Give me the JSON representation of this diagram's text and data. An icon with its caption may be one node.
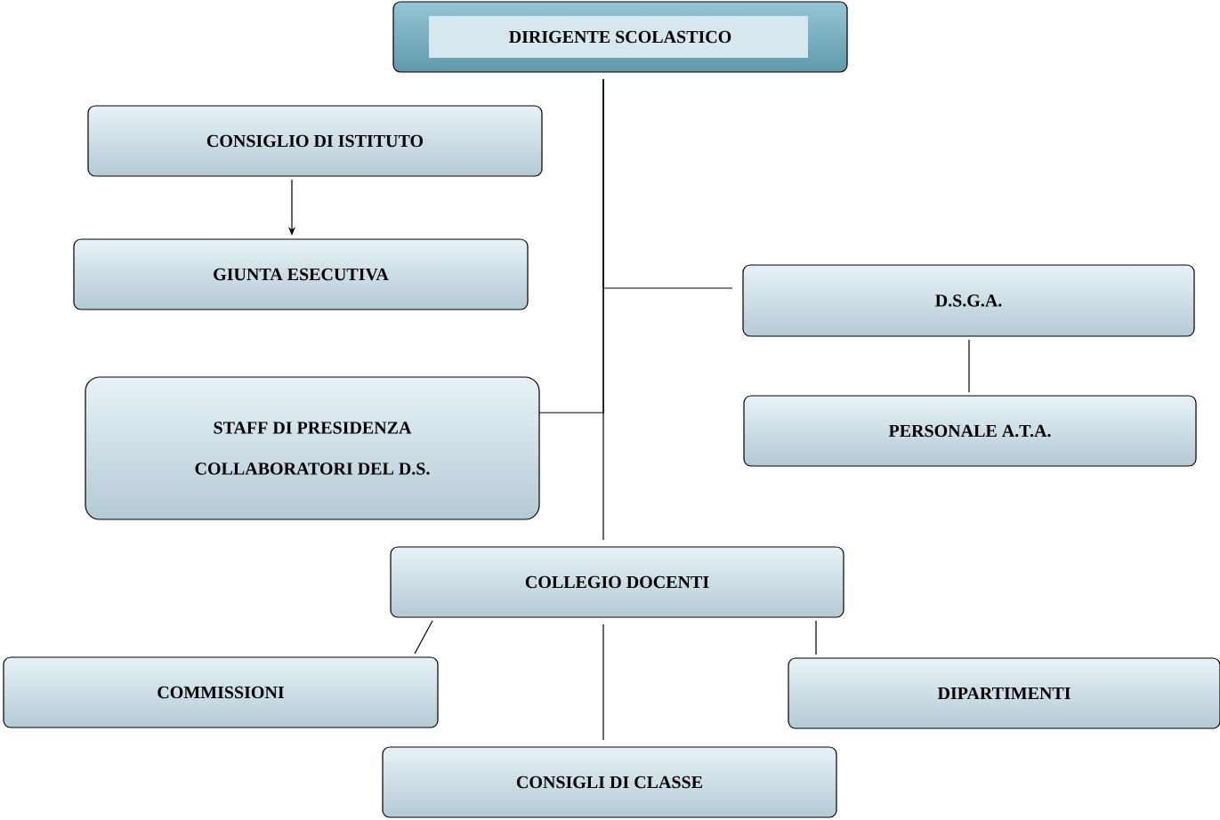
{
  "diagram": {
    "nodes": [
      {
        "text": [
          "DIRIGENTE SCOLASTICO"
        ]
      },
      {
        "text": [
          "CONSIGLIO DI ISTITUTO"
        ]
      },
      {
        "text": [
          "GIUNTA ESECUTIVA"
        ]
      },
      {
        "text": [
          "D.S.G.A."
        ]
      },
      {
        "text": [
          "STAFF DI PRESIDENZA",
          "COLLABORATORI DEL D.S."
        ]
      },
      {
        "text": [
          "PERSONALE A.T.A."
        ]
      },
      {
        "text": [
          "COLLEGIO DOCENTI"
        ]
      },
      {
        "text": [
          "COMMISSIONI"
        ]
      },
      {
        "text": [
          "DIPARTIMENTI"
        ]
      },
      {
        "text": [
          "CONSIGLI DI CLASSE"
        ]
      }
    ],
    "edges": [
      {
        "from": 0,
        "to": 6,
        "arrow": "none"
      },
      {
        "from": 0,
        "to": 3,
        "arrow": "none"
      },
      {
        "from": 0,
        "to": 4,
        "arrow": "none"
      },
      {
        "from": 1,
        "to": 2,
        "arrow": "to"
      },
      {
        "from": 3,
        "to": 5,
        "arrow": "none"
      },
      {
        "from": 6,
        "to": 7,
        "arrow": "none"
      },
      {
        "from": 6,
        "to": 8,
        "arrow": "none"
      },
      {
        "from": 6,
        "to": 9,
        "arrow": "none"
      }
    ]
  }
}
